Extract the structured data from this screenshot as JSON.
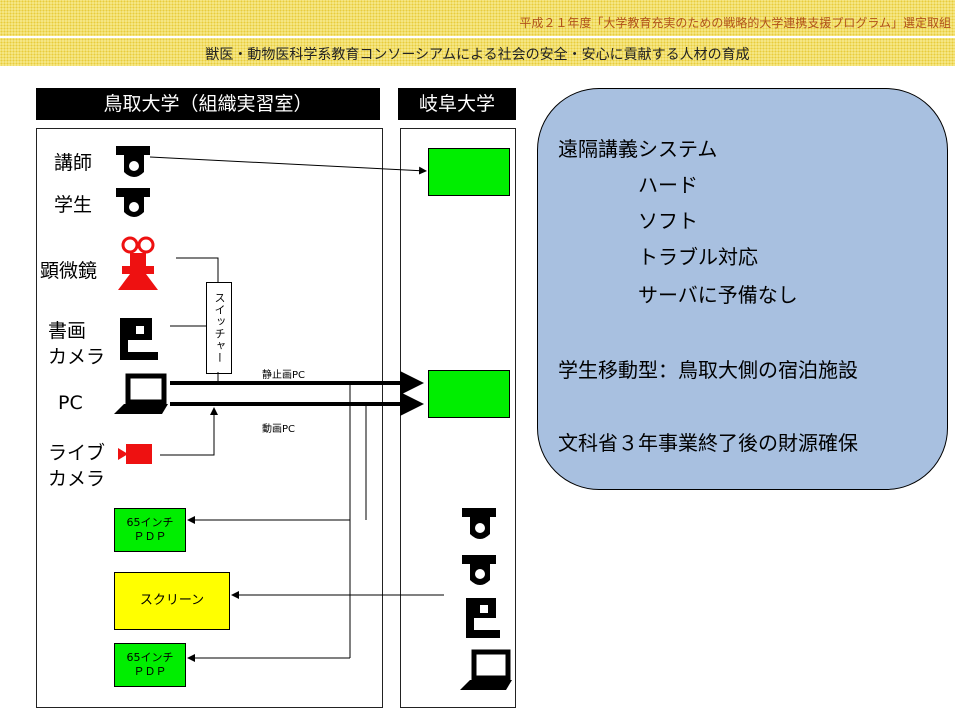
{
  "header": {
    "program": "平成２１年度「大学教育充実のための戦略的大学連携支援プログラム」選定取組",
    "title": "獣医・動物医科学系教育コンソーシアムによる社会の安全・安心に貢献する人材の育成"
  },
  "tottori": {
    "heading": "鳥取大学（組織実習室）",
    "devices": {
      "lecturer": "講師",
      "student": "学生",
      "microscope": "顕微鏡",
      "doc_camera": "書画\nカメラ",
      "pc": "PC",
      "live_camera": "ライブ\nカメラ"
    },
    "switcher": "スイッチャー",
    "still_pc": "静止画PC",
    "video_pc": "動画PC",
    "pdp_top": "65インチ\nＰＤＰ",
    "screen": "スクリーン",
    "pdp_bottom": "65インチ\nＰＤＰ"
  },
  "gifu": {
    "heading": "岐阜大学"
  },
  "notes": {
    "system": "遠隔講義システム",
    "items": [
      "ハード",
      "ソフト",
      "トラブル対応",
      "サーバに予備なし"
    ],
    "mobility": "学生移動型：鳥取大側の宿泊施設",
    "funding": "文科省３年事業終了後の財源確保"
  },
  "colors": {
    "monitor_green": "#00ee00",
    "screen_yellow": "#ffff00",
    "microscope_red": "#ee1111",
    "callout_blue": "#a8c0e0"
  },
  "icons": [
    "camera-icon",
    "microscope-icon",
    "doc-camera-icon",
    "laptop-icon",
    "live-camera-icon"
  ]
}
